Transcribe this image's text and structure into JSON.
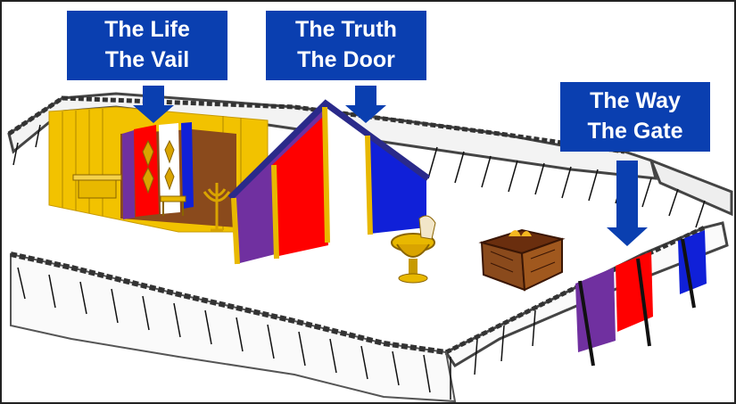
{
  "callouts": {
    "life_vail": {
      "line1": "The Life",
      "line2": "The Vail"
    },
    "truth_door": {
      "line1": "The Truth",
      "line2": "The Door"
    },
    "way_gate": {
      "line1": "The Way",
      "line2": "The Gate"
    }
  },
  "colors": {
    "callout_blue": "#0a3fb0",
    "gold": "#f2c200",
    "red": "#ff0000",
    "blue": "#1020d8",
    "purple": "#7030a0",
    "white": "#ffffff",
    "floor_brown": "#8a4a1c"
  },
  "icons": {
    "holy_of_holies": "ark-of-covenant-icon",
    "holy_place": "lampstand-icon",
    "laver": "bronze-laver-icon",
    "altar": "bronze-altar-icon"
  }
}
